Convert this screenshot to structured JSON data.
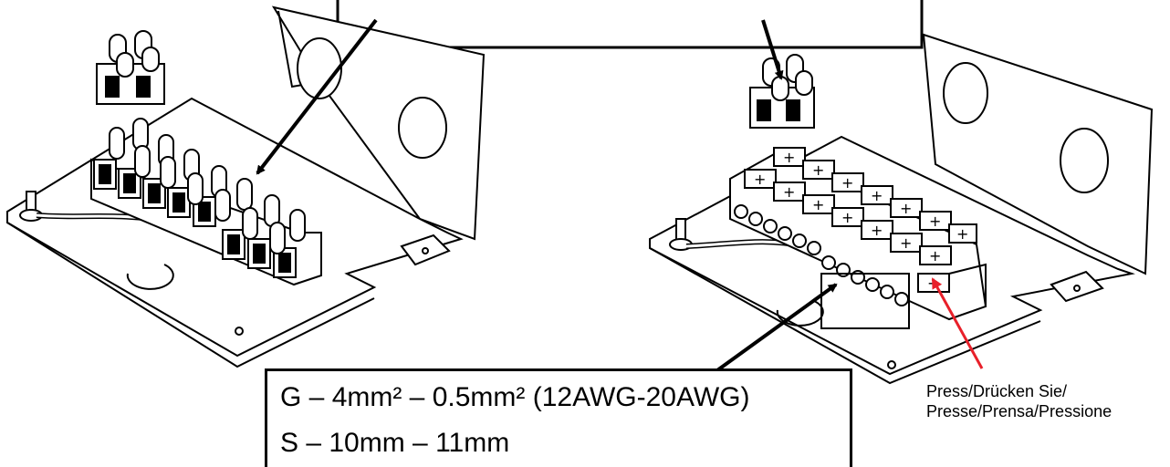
{
  "spec_box": {
    "line1": "G – 4mm² – 0.5mm² (12AWG-20AWG)",
    "line2": "S – 10mm – 11mm"
  },
  "press_note": {
    "line1": "Press/Drücken Sie/",
    "line2": "Presse/Prensa/Pressione"
  },
  "colors": {
    "line": "#000000",
    "press_arrow": "#e8202a",
    "background": "#ffffff"
  },
  "icons": [
    "screw-terminal-block-icon",
    "push-terminal-block-icon",
    "ground-screw-icon"
  ]
}
